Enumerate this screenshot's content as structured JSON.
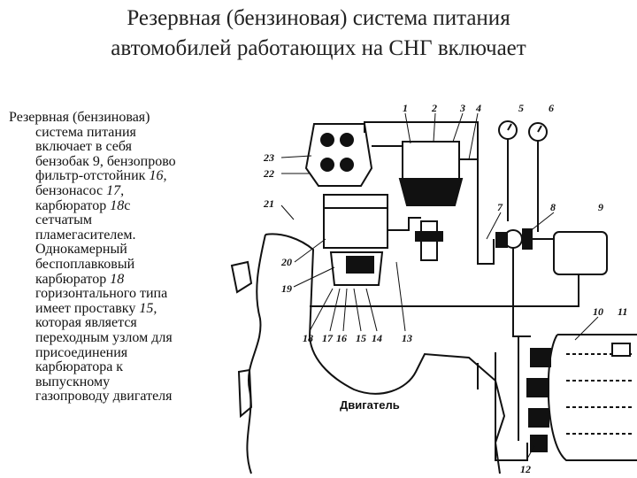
{
  "slide": {
    "title_line1": "Резервная (бензиновая) система питания",
    "title_line2": "автомобилей работающих на СНГ включает"
  },
  "body": {
    "l1": "Резервная (бензиновая)",
    "l2": "система питания",
    "l3": "включает в себя",
    "l4": "бензобак 9, бензопрово",
    "l5a": "фильтр-отстойник ",
    "l5b": "16,",
    "l6a": "бензонасос ",
    "l6b": "17,",
    "l7a": "карбюратор ",
    "l7b": "18",
    "l7c": "с",
    "l8": "сетчатым",
    "l9": "пламегасителем.",
    "l10": "Однокамерный",
    "l11": "беспоплавковый",
    "l12a": "карбюратор ",
    "l12b": "18",
    "l13": "горизонтального типа",
    "l14a": "имеет проставку ",
    "l14b": "15,",
    "l15": "которая является",
    "l16": "переходным узлом для",
    "l17": "присоединения",
    "l18": "карбюратора к",
    "l19": "выпускному",
    "l20": "газопроводу двигателя"
  },
  "diagram": {
    "engine_label": "Двигатель",
    "callouts": [
      "1",
      "2",
      "3",
      "4",
      "5",
      "6",
      "7",
      "8",
      "9",
      "10",
      "11",
      "12",
      "13",
      "14",
      "15",
      "16",
      "17",
      "18",
      "19",
      "20",
      "21",
      "22",
      "23"
    ]
  }
}
